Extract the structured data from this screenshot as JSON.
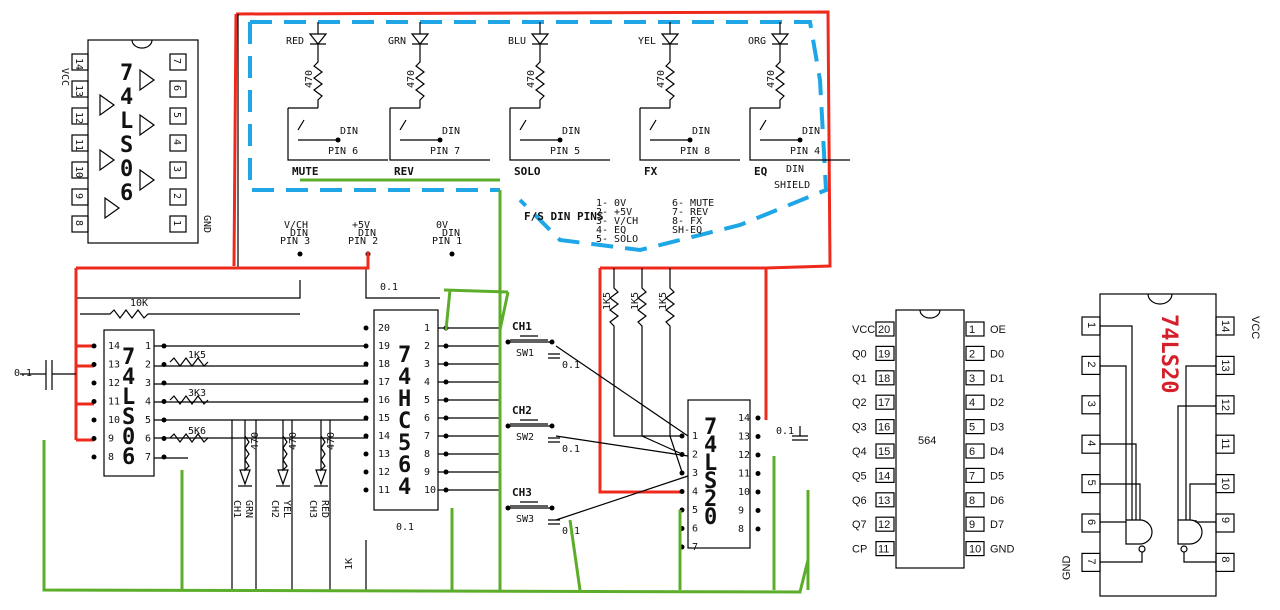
{
  "ic_74ls06_top": {
    "label": [
      "7",
      "4",
      "L",
      "S",
      "0",
      "6"
    ],
    "vcc": "VCC",
    "gnd": "GND",
    "left_pins": [
      "14",
      "13",
      "12",
      "11",
      "10",
      "9",
      "8"
    ],
    "right_pins": [
      "7",
      "6",
      "5",
      "4",
      "3",
      "2",
      "1"
    ]
  },
  "leds": [
    {
      "color": "RED",
      "res": "470",
      "din": "DIN",
      "pin": "PIN 6",
      "name": "MUTE"
    },
    {
      "color": "GRN",
      "res": "470",
      "din": "DIN",
      "pin": "PIN 7",
      "name": "REV"
    },
    {
      "color": "BLU",
      "res": "470",
      "din": "DIN",
      "pin": "PIN 5",
      "name": "SOLO"
    },
    {
      "color": "YEL",
      "res": "470",
      "din": "DIN",
      "pin": "PIN 8",
      "name": "FX"
    },
    {
      "color": "ORG",
      "res": "470",
      "din": "DIN",
      "pin": "PIN 4",
      "name": "EQ",
      "extra": "DIN SHIELD"
    }
  ],
  "din_pins": {
    "title": "F/S DIN PINS",
    "col1": [
      "1- 0V",
      "2- +5V",
      "3- V/CH",
      "4- EQ",
      "5- SOLO"
    ],
    "col2": [
      "6- MUTE",
      "7- REV",
      "8- FX",
      "SH-EQ"
    ]
  },
  "supply": [
    {
      "top": "V/CH",
      "mid": "DIN",
      "pin": "PIN 3"
    },
    {
      "top": "+5V",
      "mid": "DIN",
      "pin": "PIN 2"
    },
    {
      "top": "0V",
      "mid": "DIN",
      "pin": "PIN 1"
    }
  ],
  "main": {
    "u1": {
      "label": [
        "7",
        "4",
        "L",
        "S",
        "0",
        "6"
      ],
      "left": [
        "14",
        "13",
        "12",
        "11",
        "10",
        "9",
        "8"
      ],
      "right": [
        "1",
        "2",
        "3",
        "4",
        "5",
        "6",
        "7"
      ]
    },
    "u2": {
      "label": [
        "7",
        "4",
        "H",
        "C",
        "5",
        "6",
        "4"
      ],
      "left": [
        "20",
        "19",
        "18",
        "17",
        "16",
        "15",
        "14",
        "13",
        "12",
        "11"
      ],
      "right": [
        "1",
        "2",
        "3",
        "4",
        "5",
        "6",
        "7",
        "8",
        "9",
        "10"
      ]
    },
    "u3": {
      "label": [
        "7",
        "4",
        "L",
        "S",
        "2",
        "0"
      ],
      "left": [
        "1",
        "2",
        "3",
        "4",
        "5",
        "6",
        "7"
      ],
      "right": [
        "14",
        "13",
        "12",
        "11",
        "10",
        "9",
        "8"
      ]
    },
    "r10k": "10K",
    "c01": "0.1",
    "r1k5": "1K5",
    "r3k3": "3K3",
    "r5k6": "5K6",
    "r470": "470",
    "r1k": "1K",
    "r1k5s": [
      "1K5",
      "1K5",
      "1K5"
    ],
    "ch_leds": [
      {
        "name": "CH1",
        "color": "GRN"
      },
      {
        "name": "CH2",
        "color": "YEL"
      },
      {
        "name": "CH3",
        "color": "RED"
      }
    ],
    "switches": [
      {
        "name": "CH1",
        "sw": "SW1",
        "cap": "0.1"
      },
      {
        "name": "CH2",
        "sw": "SW2",
        "cap": "0.1"
      },
      {
        "name": "CH3",
        "sw": "SW3",
        "cap": "0.1"
      }
    ]
  },
  "ic564": {
    "name": "564",
    "left": [
      [
        "VCC",
        "20"
      ],
      [
        "Q0",
        "19"
      ],
      [
        "Q1",
        "18"
      ],
      [
        "Q2",
        "17"
      ],
      [
        "Q3",
        "16"
      ],
      [
        "Q4",
        "15"
      ],
      [
        "Q5",
        "14"
      ],
      [
        "Q6",
        "13"
      ],
      [
        "Q7",
        "12"
      ],
      [
        "CP",
        "11"
      ]
    ],
    "right": [
      [
        "1",
        "OE"
      ],
      [
        "2",
        "D0"
      ],
      [
        "3",
        "D1"
      ],
      [
        "4",
        "D2"
      ],
      [
        "5",
        "D3"
      ],
      [
        "6",
        "D4"
      ],
      [
        "7",
        "D5"
      ],
      [
        "8",
        "D6"
      ],
      [
        "9",
        "D7"
      ],
      [
        "10",
        "GND"
      ]
    ]
  },
  "ic74ls20": {
    "label": "74LS20",
    "vcc": "VCC",
    "gnd": "GND",
    "left": [
      "1",
      "2",
      "3",
      "4",
      "5",
      "6",
      "7"
    ],
    "right": [
      "14",
      "13",
      "12",
      "11",
      "10",
      "9",
      "8"
    ]
  },
  "colors": {
    "wire": "#000000",
    "red": "#ee2a1c",
    "green": "#5cae2a",
    "blue": "#1ea6e6"
  }
}
